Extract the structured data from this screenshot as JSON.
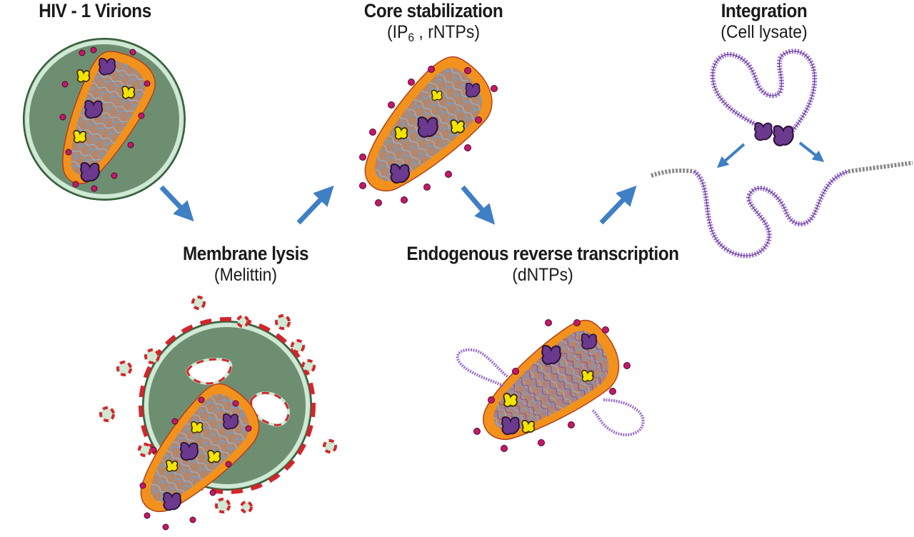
{
  "steps": {
    "virions": {
      "title": "HIV - 1 Virions"
    },
    "core": {
      "title": "Core stabilization",
      "sub_pre": "(IP",
      "sub_subscript": "6",
      "sub_post": " , rNTPs)"
    },
    "integration": {
      "title": "Integration",
      "sub": "(Cell lysate)"
    },
    "lysis": {
      "title": "Membrane lysis",
      "sub": "(Melittin)"
    },
    "ert": {
      "title": "Endogenous reverse transcription",
      "sub": "(dNTPs)"
    }
  },
  "colors": {
    "arrow": "#3f7fc4",
    "membrane_fill": "#6e8e72",
    "membrane_ring": "#cfe9d4",
    "capsid_orange": "#f2921c",
    "capsid_inner": "#b5866a",
    "rna_blue": "#5ea7e4",
    "enzyme_purple": "#6b3a8e",
    "enzyme_yellow": "#f3e400",
    "dna_lilac": "#9a6bd0",
    "dna_gray": "#8a8a8a",
    "pore_red": "#d3262c",
    "dot_magenta": "#c4186a"
  }
}
